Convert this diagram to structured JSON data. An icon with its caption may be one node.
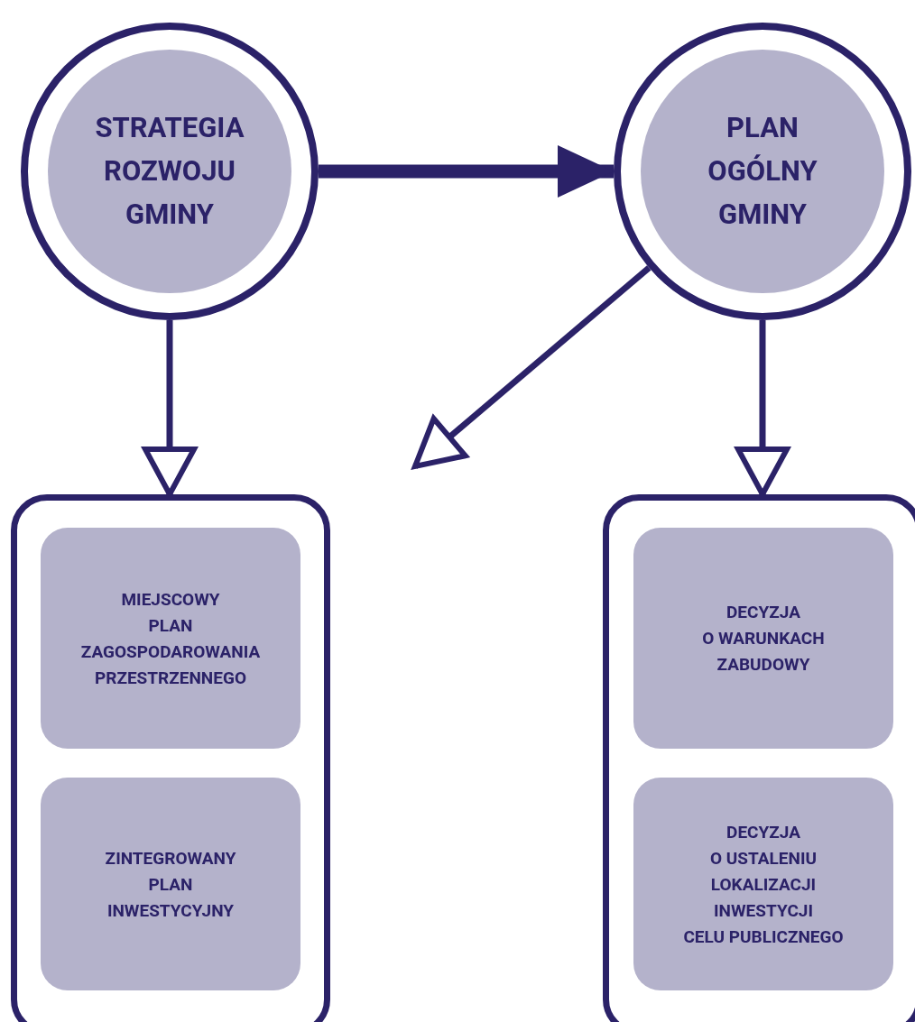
{
  "diagram": {
    "nodes": [
      {
        "text": [
          "STRATEGIA ROZWOJU GMINY"
        ]
      },
      {
        "text": [
          "PLAN OGÓLNY GMINY"
        ]
      },
      {
        "text": [],
        "shape": "box"
      },
      {
        "text": [
          "MIEJSCOWY PLAN ZAGOSPODAROWANIA PRZESTRZENNEGO"
        ],
        "in": 2
      },
      {
        "text": [
          "ZINTEGROWANY PLAN INWESTYCYJNY"
        ],
        "in": 2
      },
      {
        "text": [],
        "shape": "box"
      },
      {
        "text": [
          "DECYZJA O WARUNKACH ZABUDOWY"
        ],
        "in": 5
      },
      {
        "text": [
          "DECYZJA O USTALENIU LOKALIZACJI INWESTYCJI CELU PUBLICZNEGO"
        ],
        "in": 5
      }
    ],
    "edges": [
      {
        "from": 0,
        "to": 1,
        "arrow": "to",
        "style": "thick"
      },
      {
        "from": 0,
        "to": 2,
        "arrow": "to"
      },
      {
        "from": 1,
        "to": null,
        "arrow": "to"
      },
      {
        "from": 1,
        "to": 5,
        "arrow": "to"
      }
    ]
  }
}
